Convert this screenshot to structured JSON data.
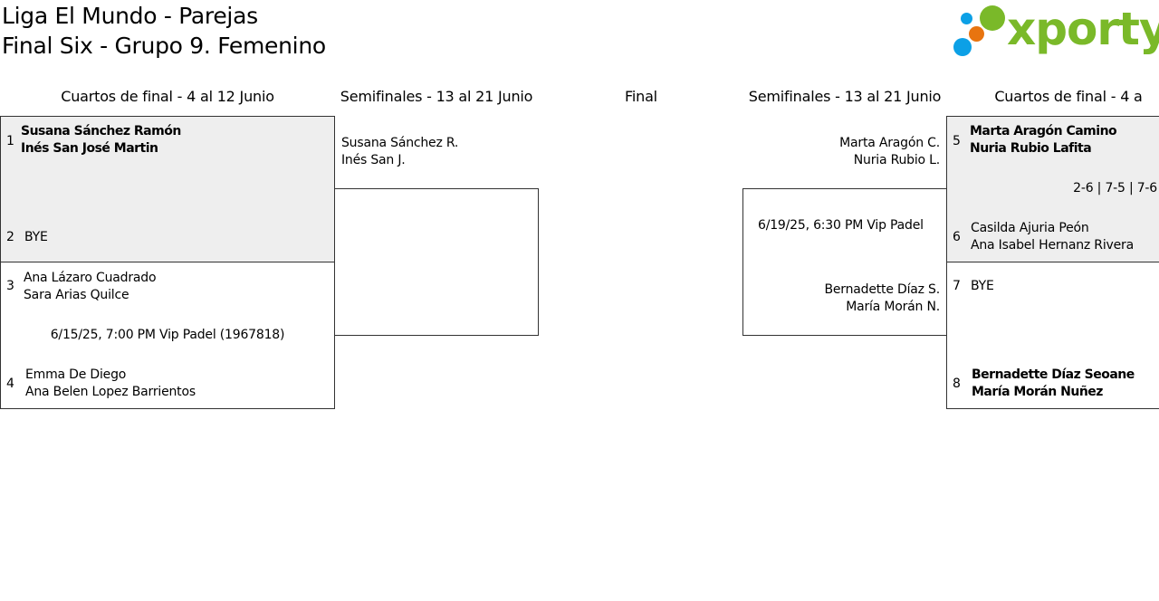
{
  "header": {
    "title_line1": "Liga El Mundo - Parejas",
    "title_line2": "Final Six - Grupo 9. Femenino"
  },
  "logo": {
    "text": "xporty",
    "colors": {
      "green": "#7ab929",
      "orange": "#e8740f",
      "blue": "#0ca0e6"
    }
  },
  "rounds": {
    "left_qf": "Cuartos de final - 4 al 12 Junio",
    "left_sf": "Semifinales - 13 al 21 Junio",
    "final": "Final",
    "right_sf": "Semifinales - 13 al 21 Junio",
    "right_qf": "Cuartos de final - 4 a"
  },
  "left_qf": {
    "m1": {
      "top": {
        "seed": "1",
        "p1": "Susana Sánchez Ramón",
        "p2": "Inés San José Martin"
      },
      "bottom": {
        "seed": "2",
        "p1": "BYE"
      }
    },
    "m2": {
      "top": {
        "seed": "3",
        "p1": "Ana Lázaro Cuadrado",
        "p2": "Sara Arias Quilce"
      },
      "info": "6/15/25, 7:00 PM Vip Padel (1967818)",
      "bottom": {
        "seed": "4",
        "p1": "Emma De Diego",
        "p2": "Ana Belen Lopez Barrientos"
      }
    }
  },
  "left_sf": {
    "top": {
      "p1": "Susana Sánchez R.",
      "p2": "Inés San J."
    }
  },
  "right_sf": {
    "top": {
      "p1": "Marta Aragón C.",
      "p2": "Nuria Rubio L."
    },
    "info": "6/19/25, 6:30 PM Vip Padel",
    "bottom": {
      "p1": "Bernadette Díaz S.",
      "p2": "María Morán N."
    }
  },
  "right_qf": {
    "m1": {
      "top": {
        "seed": "5",
        "p1": "Marta Aragón Camino",
        "p2": "Nuria Rubio Lafita"
      },
      "score": "2-6 | 7-5 | 7-6",
      "bottom": {
        "seed": "6",
        "p1": "Casilda Ajuria Peón",
        "p2": "Ana Isabel Hernanz Rivera"
      }
    },
    "m2": {
      "top": {
        "seed": "7",
        "p1": "BYE"
      },
      "bottom": {
        "seed": "8",
        "p1": "Bernadette Díaz Seoane",
        "p2": "María Morán Nuñez"
      }
    }
  }
}
